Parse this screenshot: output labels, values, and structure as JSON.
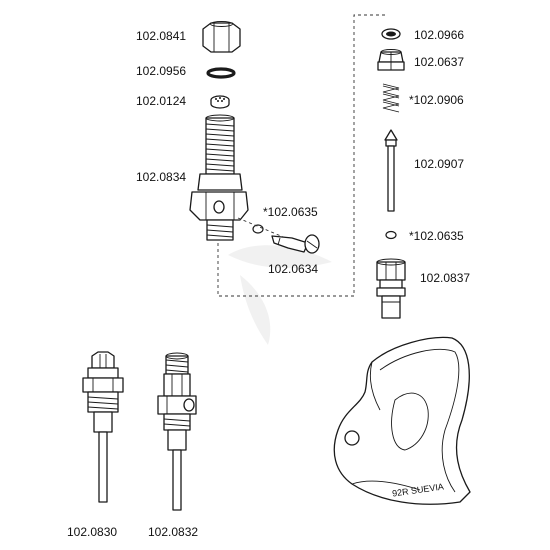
{
  "labels": {
    "l_0841": "102.0841",
    "l_0956": "102.0956",
    "l_0124": "102.0124",
    "l_0834": "102.0834",
    "l_0635a": "*102.0635",
    "l_0634": "102.0634",
    "l_0966": "102.0966",
    "l_0637": "102.0637",
    "l_0906": "*102.0906",
    "l_0907": "102.0907",
    "l_0635b": "*102.0635",
    "l_0837": "102.0837",
    "l_0830": "102.0830",
    "l_0832": "102.0832"
  },
  "engraving": "92R SUEVIA"
}
